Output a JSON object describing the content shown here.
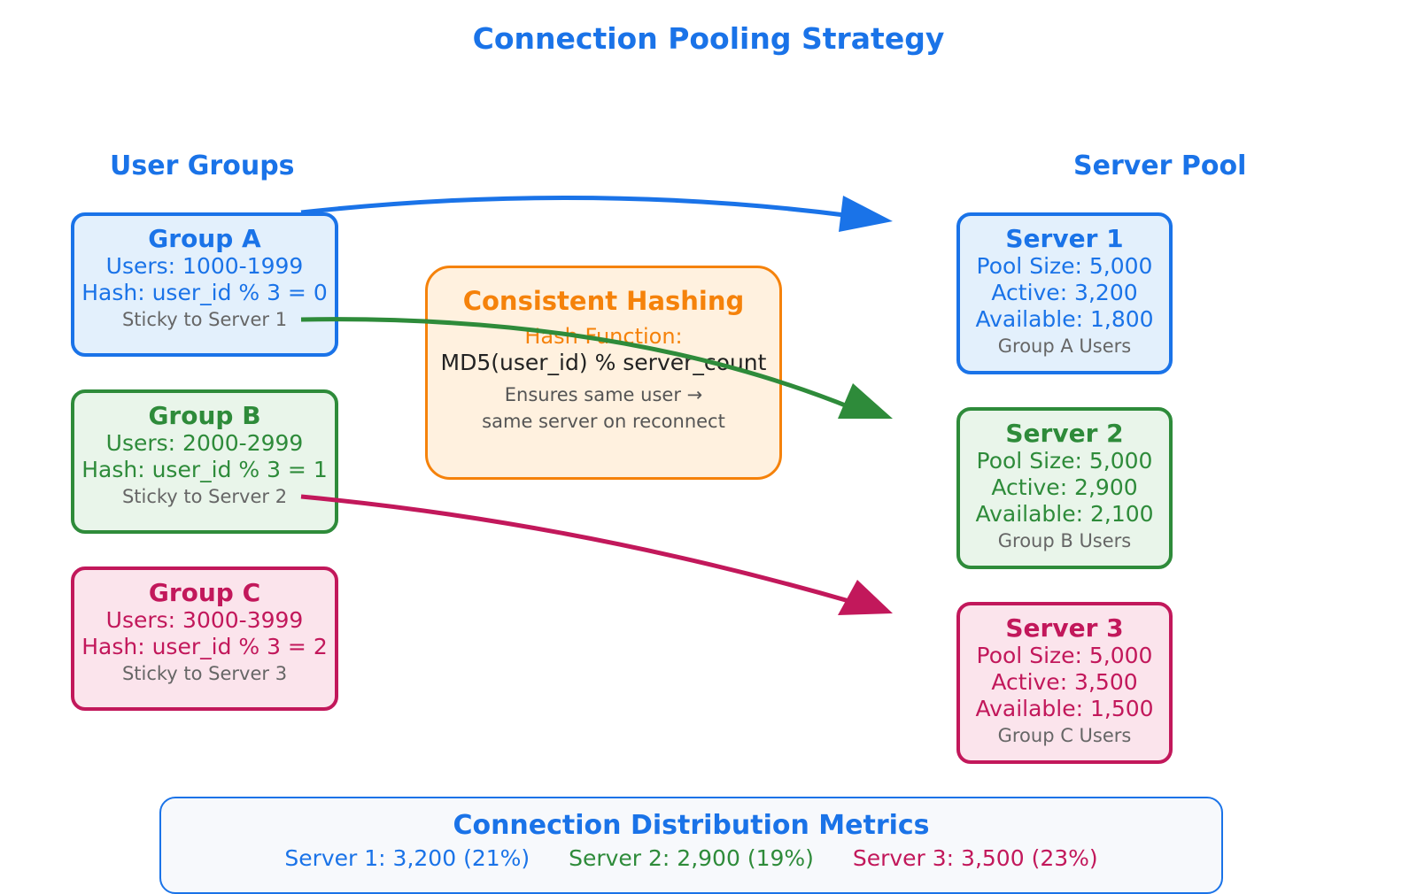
{
  "title": "Connection Pooling Strategy",
  "user_groups_title": "User Groups",
  "server_pool_title": "Server Pool",
  "groups": [
    {
      "name": "Group A",
      "users": "Users: 1000-1999",
      "hash": "Hash: user_id % 3 = 0",
      "sticky": "Sticky to Server 1",
      "color": "#1a73e8"
    },
    {
      "name": "Group B",
      "users": "Users: 2000-2999",
      "hash": "Hash: user_id % 3 = 1",
      "sticky": "Sticky to Server 2",
      "color": "#2e8b3a"
    },
    {
      "name": "Group C",
      "users": "Users: 3000-3999",
      "hash": "Hash: user_id % 3 = 2",
      "sticky": "Sticky to Server 3",
      "color": "#c2185b"
    }
  ],
  "servers": [
    {
      "name": "Server 1",
      "pool": "Pool Size: 5,000",
      "active": "Active: 3,200",
      "available": "Available: 1,800",
      "users": "Group A Users",
      "color": "#1a73e8"
    },
    {
      "name": "Server 2",
      "pool": "Pool Size: 5,000",
      "active": "Active: 2,900",
      "available": "Available: 2,100",
      "users": "Group B Users",
      "color": "#2e8b3a"
    },
    {
      "name": "Server 3",
      "pool": "Pool Size: 5,000",
      "active": "Active: 3,500",
      "available": "Available: 1,500",
      "users": "Group C Users",
      "color": "#c2185b"
    }
  ],
  "hashing": {
    "title": "Consistent Hashing",
    "function_label": "Hash Function:",
    "function_expr": "MD5(user_id) % server_count",
    "note_line1": "Ensures same user →",
    "note_line2": "same server on reconnect",
    "color": "#f5820b"
  },
  "metrics": {
    "title": "Connection Distribution Metrics",
    "server1": "Server 1: 3,200 (21%)",
    "server2": "Server 2: 2,900 (19%)",
    "server3": "Server 3: 3,500 (23%)"
  }
}
